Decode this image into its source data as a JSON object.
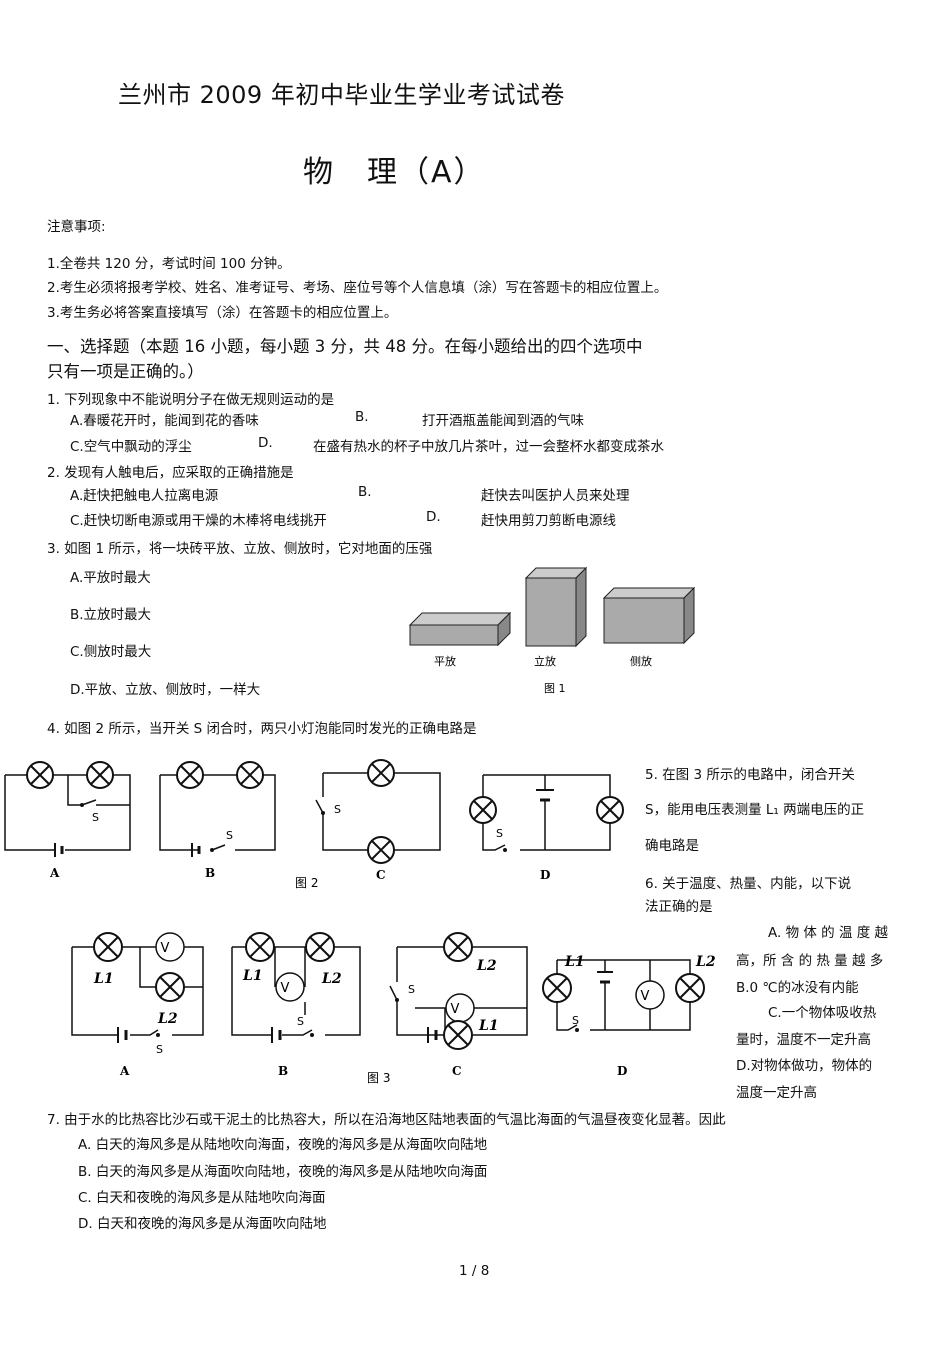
{
  "header": {
    "title": "兰州市 2009 年初中毕业生学业考试试卷",
    "subject": "物　理（A）"
  },
  "notice": {
    "heading": "注意事项:",
    "items": [
      "1.全卷共  120  分，考试时间    100  分钟。",
      "2.考生必须将报考学校、姓名、准考证号、考场、座位号等个人信息填（涂）写在答题卡的相应位置上。",
      "3.考生务必将答案直接填写（涂）在答题卡的相应位置上。"
    ]
  },
  "section1": {
    "line1": "一、选择题（本题    16 小题，每小题    3 分，共  48 分。在每小题给出的四个选项中",
    "line2": "只有一项是正确的。）"
  },
  "q1": {
    "stem": "1.  下列现象中不能说明分子在做无规则运动的是",
    "a": "A.春暖花开时，能闻到花的香味",
    "b_label": "B.",
    "b": "打开酒瓶盖能闻到酒的气味",
    "c": "C.空气中飘动的浮尘",
    "d_label": "D.",
    "d": "在盛有热水的杯子中放几片茶叶，过一会整杯水都变成茶水"
  },
  "q2": {
    "stem": "2.  发现有人触电后，应采取的正确措施是",
    "a": "A.赶快把触电人拉离电源",
    "b_label": "B.",
    "b": "赶快去叫医护人员来处理",
    "c": "C.赶快切断电源或用干燥的木棒将电线挑开",
    "d_label": "D.",
    "d": "赶快用剪刀剪断电源线"
  },
  "q3": {
    "stem": "3.  如图  1 所示，将一块砖平放、立放、侧放时，它对地面的压强",
    "a": "A.平放时最大",
    "b": "B.立放时最大",
    "c": "C.侧放时最大",
    "d": "D.平放、立放、侧放时，一样大"
  },
  "fig1": {
    "labels": [
      "平放",
      "立放",
      "侧放"
    ],
    "caption": "图 1"
  },
  "q4": {
    "stem": "4.  如图  2 所示，当开关    S 闭合时，两只小灯泡能同时发光的正确电路是"
  },
  "fig2": {
    "options": [
      "A",
      "B",
      "C",
      "D"
    ],
    "switch_label": "S",
    "caption": "图 2"
  },
  "q5": {
    "line1": "5.  在图   3  所示的电路中，闭合开关",
    "line2": "S，能用电压表测量    L₁ 两端电压的正",
    "line3": "确电路是"
  },
  "q6": {
    "line1": "6.   关于温度、热量、内能，以下说",
    "line2": "法正确的是",
    "a1": "A. 物 体 的 温 度 越",
    "a2": "高，所 含 的 热 量 越 多",
    "b": "B.0 ℃的冰没有内能",
    "c1": "C.一个物体吸收热",
    "c2": "量时，温度不一定升高",
    "d1": "D.对物体做功，物体的",
    "d2": "温度一定升高"
  },
  "fig3": {
    "options": [
      "A",
      "B",
      "C",
      "D"
    ],
    "switch_label": "S",
    "voltmeter": "V",
    "l1": "L1",
    "l2": "L2",
    "caption": "图 3"
  },
  "q7": {
    "stem": "7.     由于水的比热容比沙石或干泥土的比热容大，所以在沿海地区陆地表面的气温比海面的气温昼夜变化显著。因此",
    "a": "A. 白天的海风多是从陆地吹向海面，夜晚的海风多是从海面吹向陆地",
    "b": "B. 白天的海风多是从海面吹向陆地，夜晚的海风多是从陆地吹向海面",
    "c": "C. 白天和夜晚的海风多是从陆地吹向海面",
    "d": "D. 白天和夜晚的海风多是从海面吹向陆地"
  },
  "footer": {
    "page": "1 / 8"
  }
}
